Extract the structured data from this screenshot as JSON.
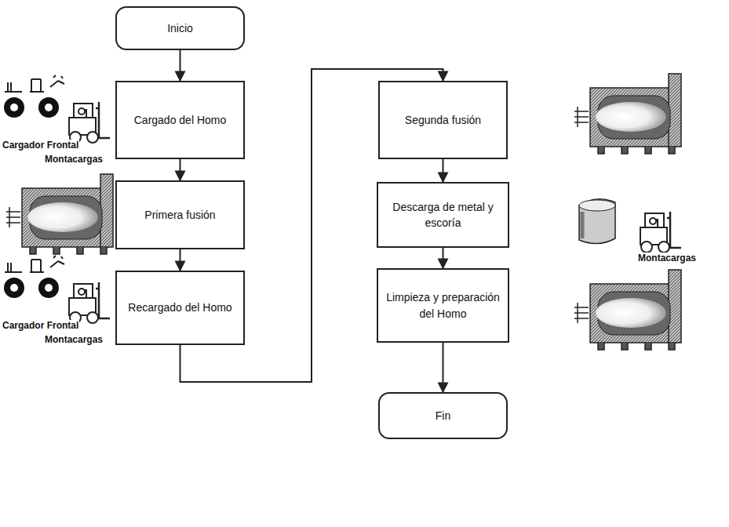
{
  "diagram": {
    "nodes": [
      {
        "text": [
          "Inicio"
        ]
      },
      {
        "text": [
          "Cargado del Homo"
        ]
      },
      {
        "text": [
          "Primera fusión"
        ]
      },
      {
        "text": [
          "Recargado del Homo"
        ]
      },
      {
        "text": [
          "Segunda fusión"
        ]
      },
      {
        "text": [
          "Descarga de metal y escoría"
        ]
      },
      {
        "text": [
          "Limpieza y preparación del Homo"
        ]
      },
      {
        "text": [
          "Fin"
        ]
      }
    ],
    "edges": [
      {
        "from": 0,
        "to": 1,
        "arrow": "to"
      },
      {
        "from": 1,
        "to": 2,
        "arrow": "to"
      },
      {
        "from": 2,
        "to": 3,
        "arrow": "to"
      },
      {
        "from": 3,
        "to": 4,
        "arrow": "to"
      },
      {
        "from": 4,
        "to": 5,
        "arrow": "to"
      },
      {
        "from": 5,
        "to": 6,
        "arrow": "to"
      },
      {
        "from": 6,
        "to": 7,
        "arrow": "to"
      }
    ],
    "labels": [
      "Cargador Frontal",
      "Montacargas",
      "Cargador Frontal",
      "Montacargas",
      "Montacargas"
    ]
  }
}
